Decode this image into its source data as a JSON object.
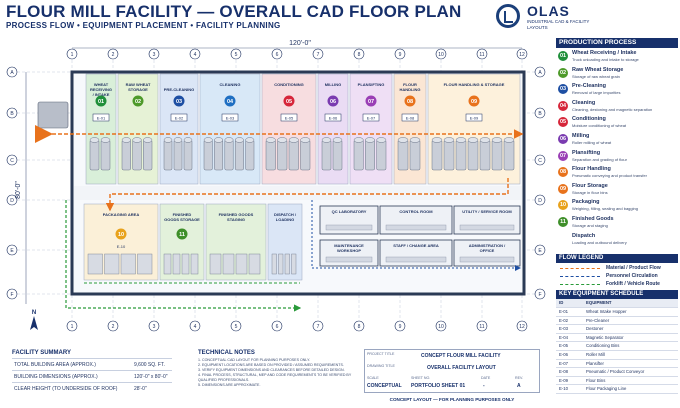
{
  "header": {
    "title": "FLOUR MILL FACILITY — OVERALL CAD FLOOR PLAN",
    "subtitle": "PROCESS FLOW • EQUIPMENT PLACEMENT • FACILITY PLANNING"
  },
  "logo": {
    "name": "OLAS",
    "tagline": "INDUSTRIAL CAD & FACILITY LAYOUTS"
  },
  "plan": {
    "width_dim": "120'-0\"",
    "height_dim": "80'-0\"",
    "grid_columns": [
      "1",
      "2",
      "3",
      "4",
      "5",
      "6",
      "7",
      "8",
      "9",
      "10",
      "11",
      "12"
    ],
    "grid_rows": [
      "A",
      "B",
      "C",
      "D",
      "E",
      "F"
    ],
    "north": "N",
    "top_areas": [
      {
        "label": "WHEAT RECEIVING / INTAKE",
        "num": "01",
        "equip": "E-01",
        "color": "#1f8f3a",
        "fill": "#d9efd9"
      },
      {
        "label": "RAW WHEAT STORAGE",
        "num": "02",
        "equip": "",
        "color": "#4e9a2a",
        "fill": "#e6f2d6"
      },
      {
        "label": "PRE-CLEANING",
        "num": "03",
        "equip": "E-02",
        "color": "#1e4fa3",
        "fill": "#dbe6f6"
      },
      {
        "label": "CLEANING",
        "num": "04",
        "equip": "E-03",
        "color": "#1f6fc2",
        "fill": "#d8e8f7"
      },
      {
        "label": "CONDITIONING",
        "num": "05",
        "equip": "E-05",
        "color": "#d6263a",
        "fill": "#f7dde0"
      },
      {
        "label": "MILLING",
        "num": "06",
        "equip": "E-06",
        "color": "#7a3bb0",
        "fill": "#eadcf4"
      },
      {
        "label": "PLANSIFTING",
        "num": "07",
        "equip": "E-07",
        "color": "#9a3fb5",
        "fill": "#efdff5"
      },
      {
        "label": "FLOUR HANDLING",
        "num": "08",
        "equip": "E-08",
        "color": "#e8721c",
        "fill": "#fbe6d4"
      },
      {
        "label": "FLOUR HANDLING & STORAGE",
        "num": "09",
        "equip": "E-09",
        "color": "#e8721c",
        "fill": "#fdf1dc"
      }
    ],
    "bottom_areas": [
      {
        "label": "PACKAGING AREA",
        "num": "10",
        "equip": "E-10",
        "color": "#e8a21c",
        "fill": "#fbf0d8"
      },
      {
        "label": "FINISHED GOODS STORAGE",
        "num": "11",
        "color": "#3f8f2a",
        "fill": "#e3f1db"
      },
      {
        "label": "FINISHED GOODS STAGING",
        "color": "#3f8f2a",
        "fill": "#e3f1db"
      },
      {
        "label": "DISPATCH / LOADING",
        "color": "#1e4fa3",
        "fill": "#dbe6f6"
      }
    ],
    "support_rooms": [
      "QC LABORATORY",
      "CONTROL ROOM",
      "UTILITY / SERVICE ROOM",
      "MAINTENANCE WORKSHOP",
      "STAFF / CHANGE AREA",
      "ADMINISTRATION / OFFICE"
    ]
  },
  "process_legend": {
    "title": "PRODUCTION PROCESS",
    "items": [
      {
        "num": "01",
        "name": "Wheat Receiving / Intake",
        "desc": "Truck unloading and intake to storage",
        "color": "#1f8f3a"
      },
      {
        "num": "02",
        "name": "Raw Wheat Storage",
        "desc": "Storage of raw wheat grain",
        "color": "#4e9a2a"
      },
      {
        "num": "03",
        "name": "Pre-Cleaning",
        "desc": "Removal of large impurities",
        "color": "#1e4fa3"
      },
      {
        "num": "04",
        "name": "Cleaning",
        "desc": "Cleaning, destoning and magnetic separation",
        "color": "#d6263a"
      },
      {
        "num": "05",
        "name": "Conditioning",
        "desc": "Moisture conditioning of wheat",
        "color": "#d6263a"
      },
      {
        "num": "06",
        "name": "Milling",
        "desc": "Roller milling of wheat",
        "color": "#7a3bb0"
      },
      {
        "num": "07",
        "name": "Plansifting",
        "desc": "Separation and grading of flour",
        "color": "#9a3fb5"
      },
      {
        "num": "08",
        "name": "Flour Handling",
        "desc": "Pneumatic conveying and product transfer",
        "color": "#e8721c"
      },
      {
        "num": "09",
        "name": "Flour Storage",
        "desc": "Storage in flour bins",
        "color": "#e8721c"
      },
      {
        "num": "10",
        "name": "Packaging",
        "desc": "Weighing, filling, sealing and bagging",
        "color": "#e8a21c"
      },
      {
        "num": "11",
        "name": "Finished Goods",
        "desc": "Storage and staging",
        "color": "#3f8f2a"
      },
      {
        "num": "",
        "name": "Dispatch",
        "desc": "Loading and outbound delivery",
        "color": ""
      }
    ]
  },
  "flow_legend": {
    "title": "FLOW LEGEND",
    "items": [
      {
        "label": "Material / Product Flow",
        "color": "#e8721c"
      },
      {
        "label": "Personnel Circulation",
        "color": "#1e4fa3"
      },
      {
        "label": "Forklift / Vehicle Route",
        "color": "#2a9a3a"
      }
    ]
  },
  "equipment_schedule": {
    "title": "KEY EQUIPMENT SCHEDULE",
    "header_id": "ID",
    "header_desc": "EQUIPMENT",
    "items": [
      {
        "id": "E-01",
        "desc": "Wheat Intake Hopper"
      },
      {
        "id": "E-02",
        "desc": "Pre-Cleaner"
      },
      {
        "id": "E-03",
        "desc": "Destoner"
      },
      {
        "id": "E-04",
        "desc": "Magnetic Separator"
      },
      {
        "id": "E-05",
        "desc": "Conditioning Bins"
      },
      {
        "id": "E-06",
        "desc": "Roller Mill"
      },
      {
        "id": "E-07",
        "desc": "Plansifter"
      },
      {
        "id": "E-08",
        "desc": "Pneumatic / Product Conveyor"
      },
      {
        "id": "E-09",
        "desc": "Flour Bins"
      },
      {
        "id": "E-10",
        "desc": "Flour Packaging Line"
      }
    ]
  },
  "facility_summary": {
    "title": "FACILITY SUMMARY",
    "rows": [
      {
        "label": "TOTAL BUILDING AREA (APPROX.)",
        "value": "9,600 SQ. FT."
      },
      {
        "label": "BUILDING DIMENSIONS (APPROX.)",
        "value": "120'-0\" x 80'-0\""
      },
      {
        "label": "CLEAR HEIGHT (TO UNDERSIDE OF ROOF)",
        "value": "28'-0\""
      }
    ]
  },
  "technical_notes": {
    "title": "TECHNICAL NOTES",
    "items": [
      "1.  CONCEPTUAL CAD LAYOUT FOR PLANNING PURPOSES ONLY.",
      "2.  EQUIPMENT LOCATIONS ARE BASED ON PROVIDED / ASSUMED REQUIREMENTS.",
      "3.  VERIFY EQUIPMENT DIMENSIONS AND CLEARANCES BEFORE DETAILED DESIGN.",
      "4.  FINAL PROCESS, STRUCTURAL, MEP AND CODE REQUIREMENTS TO BE VERIFIED BY",
      "     QUALIFIED PROFESSIONALS.",
      "5.  DIMENSIONS ARE APPROXIMATE."
    ]
  },
  "title_block": {
    "project_title_label": "PROJECT TITLE",
    "project_title": "CONCEPT FLOUR MILL FACILITY",
    "drawing_title_label": "DRAWING TITLE",
    "drawing_title": "OVERALL FACILITY LAYOUT",
    "scale_label": "SCALE",
    "scale": "CONCEPTUAL",
    "sheet_label": "SHEET NO.",
    "sheet": "PORTFOLIO SHEET 01",
    "date_label": "DATE",
    "date": "-",
    "rev_label": "REV.",
    "rev": "A",
    "footer": "CONCEPT LAYOUT — FOR PLANNING PURPOSES ONLY"
  }
}
